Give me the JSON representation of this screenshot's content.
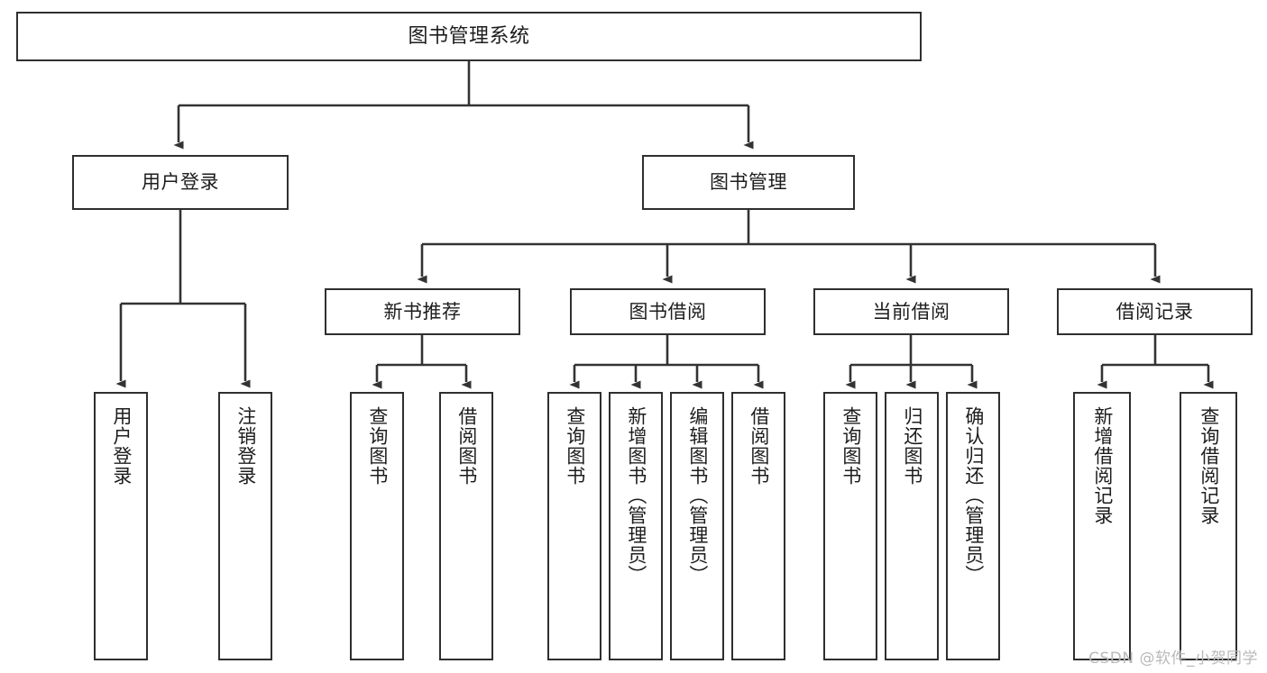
{
  "diagram": {
    "title": "图书管理系统",
    "type": "hierarchy-tree",
    "levels": 4,
    "colors": {
      "box_border": "#2f2f2f",
      "box_fill": "#ffffff",
      "edge": "#333333",
      "text": "#1d1d1d",
      "watermark": "#b9b9b9",
      "background": "#ffffff"
    }
  },
  "watermark": {
    "text": "CSDN @软件_小贺同学"
  },
  "nodes": {
    "root": {
      "label": "图书管理系统"
    },
    "level2": [
      {
        "id": "user-login",
        "label": "用户登录"
      },
      {
        "id": "book-manage",
        "label": "图书管理"
      }
    ],
    "level3": [
      {
        "id": "new-book-recommend",
        "label": "新书推荐"
      },
      {
        "id": "book-borrow",
        "label": "图书借阅"
      },
      {
        "id": "current-borrow",
        "label": "当前借阅"
      },
      {
        "id": "borrow-record",
        "label": "借阅记录"
      }
    ],
    "leaves": [
      {
        "id": "leaf-user-login",
        "label": "用户登录",
        "parent": "user-login"
      },
      {
        "id": "leaf-user-logout",
        "label": "注销登录",
        "parent": "user-login"
      },
      {
        "id": "leaf-query-book-1",
        "label": "查询图书",
        "parent": "new-book-recommend"
      },
      {
        "id": "leaf-borrow-book-1",
        "label": "借阅图书",
        "parent": "new-book-recommend"
      },
      {
        "id": "leaf-query-book-2",
        "label": "查询图书",
        "parent": "book-borrow"
      },
      {
        "id": "leaf-add-book",
        "label": "新增图书（管理员）",
        "parent": "book-borrow"
      },
      {
        "id": "leaf-edit-book",
        "label": "编辑图书（管理员）",
        "parent": "book-borrow"
      },
      {
        "id": "leaf-borrow-book-2",
        "label": "借阅图书",
        "parent": "book-borrow"
      },
      {
        "id": "leaf-query-book-3",
        "label": "查询图书",
        "parent": "current-borrow"
      },
      {
        "id": "leaf-return-book",
        "label": "归还图书",
        "parent": "current-borrow"
      },
      {
        "id": "leaf-confirm-return",
        "label": "确认归还（管理员）",
        "parent": "current-borrow"
      },
      {
        "id": "leaf-add-record",
        "label": "新增借阅记录",
        "parent": "borrow-record"
      },
      {
        "id": "leaf-query-record",
        "label": "查询借阅记录",
        "parent": "borrow-record"
      }
    ]
  }
}
